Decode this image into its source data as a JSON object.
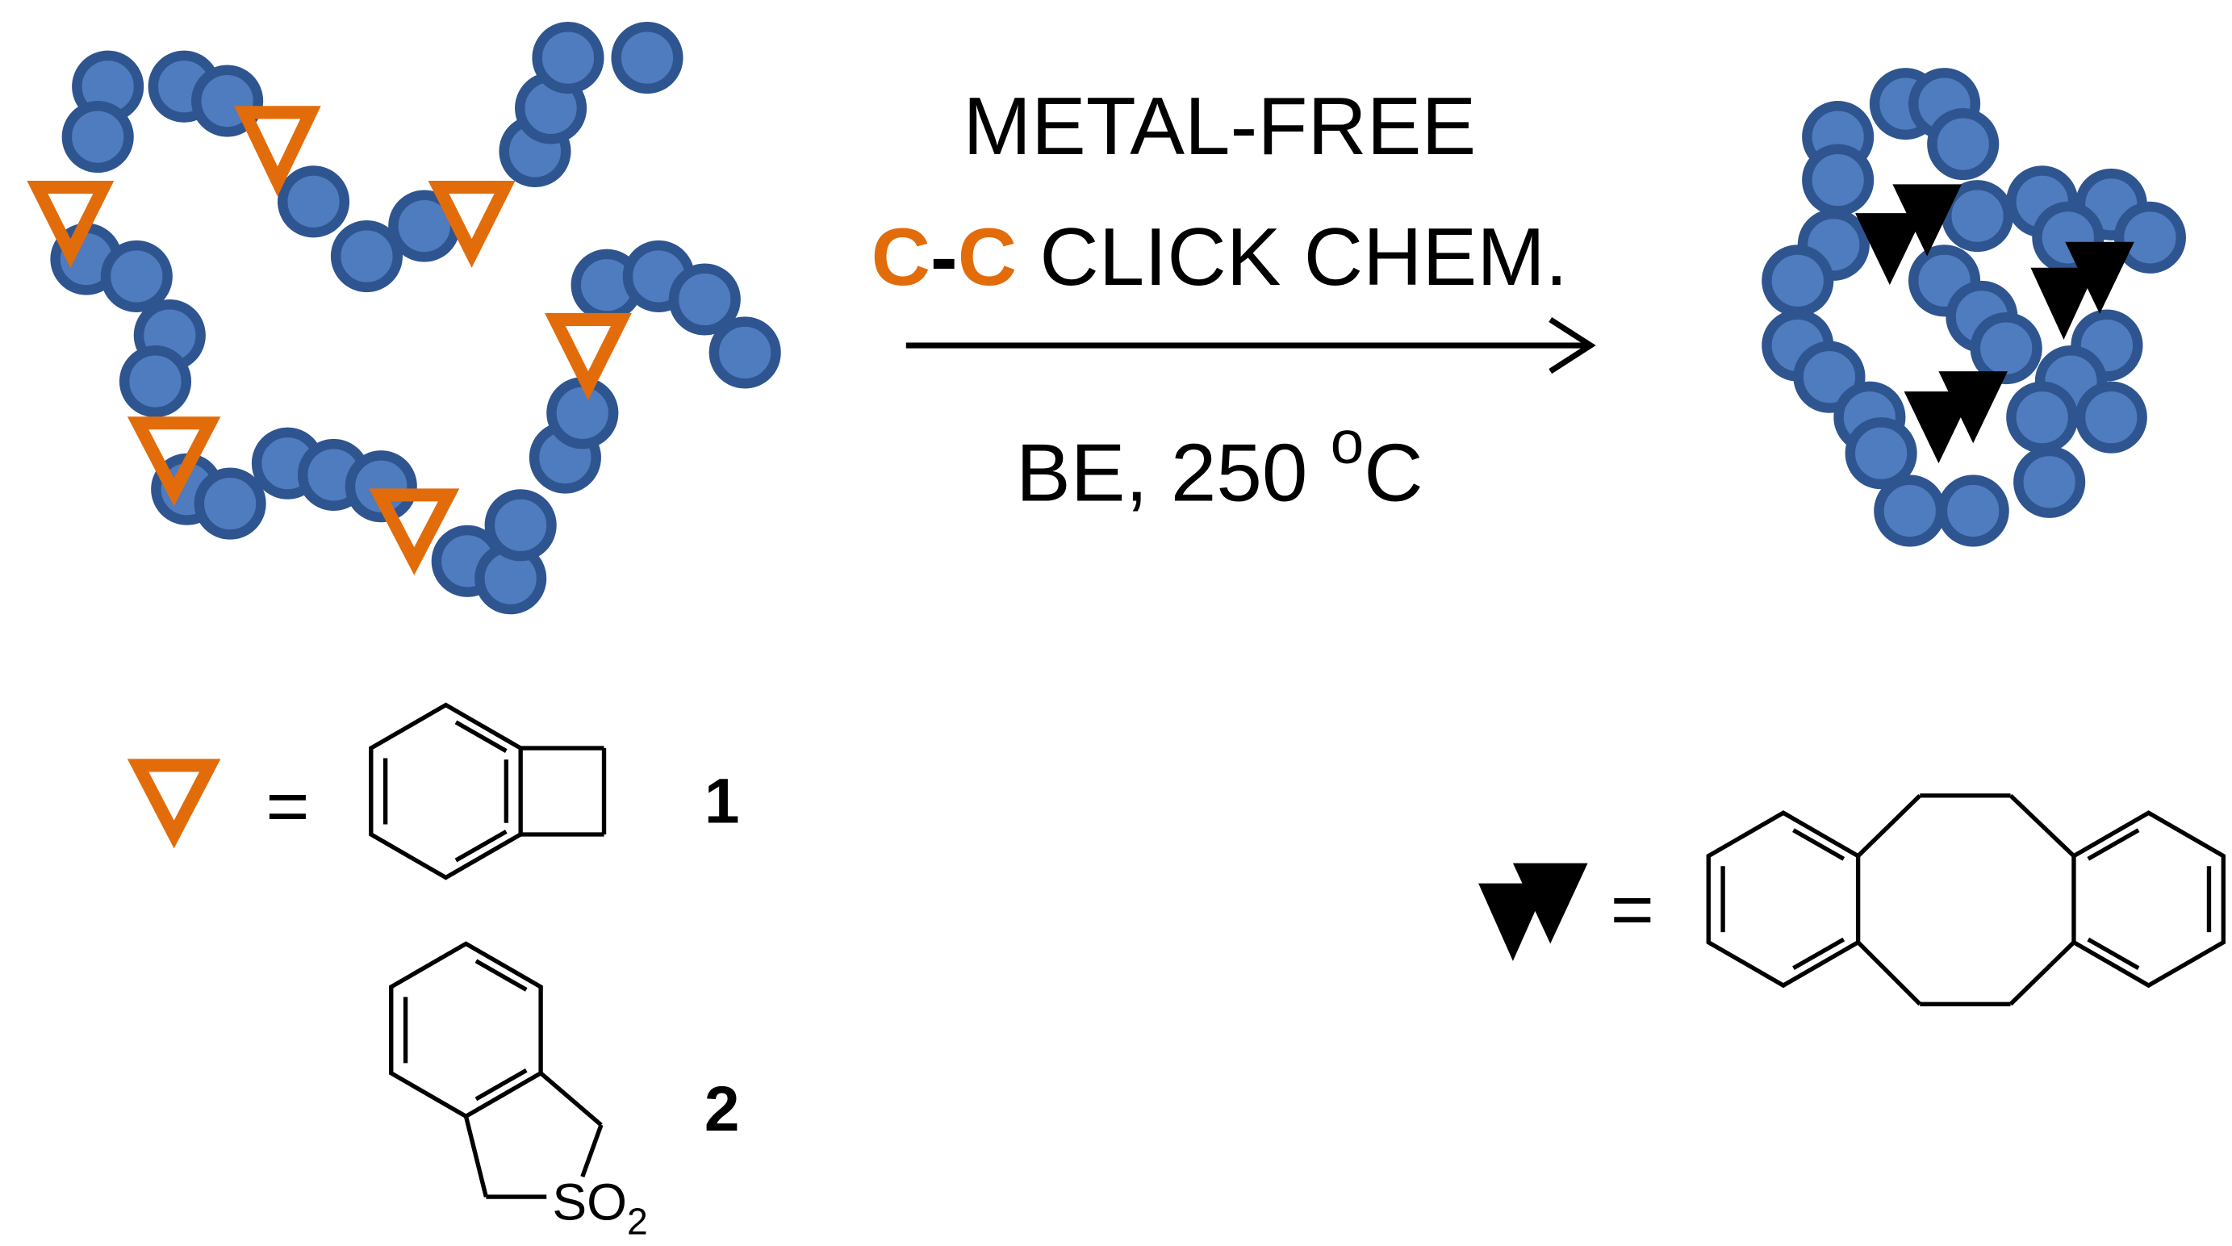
{
  "scheme": {
    "line1": "METAL-FREE",
    "line2_c1": "C",
    "line2_dash": "-",
    "line2_c2": "C",
    "line2_rest": " CLICK CHEM.",
    "condition": "BE, 250 ",
    "condition_sup": "o",
    "condition_unit": "C"
  },
  "legend": {
    "equals": "=",
    "compound1_number": "1",
    "compound2_number": "2",
    "compound2_group": "SO",
    "compound2_sub": "2"
  },
  "colors": {
    "bead_fill": "#4F7BBF",
    "bead_stroke": "#2E558F",
    "accent": "#E36C0A",
    "black": "#000000"
  }
}
